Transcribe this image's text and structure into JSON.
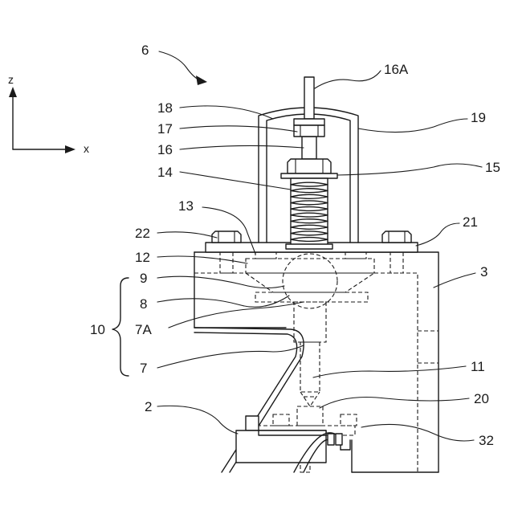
{
  "axes": {
    "z": "z",
    "x": "x"
  },
  "labels": {
    "l6": "6",
    "l16A": "16A",
    "l18": "18",
    "l17": "17",
    "l16": "16",
    "l19": "19",
    "l14": "14",
    "l15": "15",
    "l13": "13",
    "l22": "22",
    "l21": "21",
    "l12": "12",
    "l3": "3",
    "l9": "9",
    "l8": "8",
    "l10": "10",
    "l7A": "7A",
    "l7": "7",
    "l11": "11",
    "l2": "2",
    "l20": "20",
    "l32": "32"
  }
}
